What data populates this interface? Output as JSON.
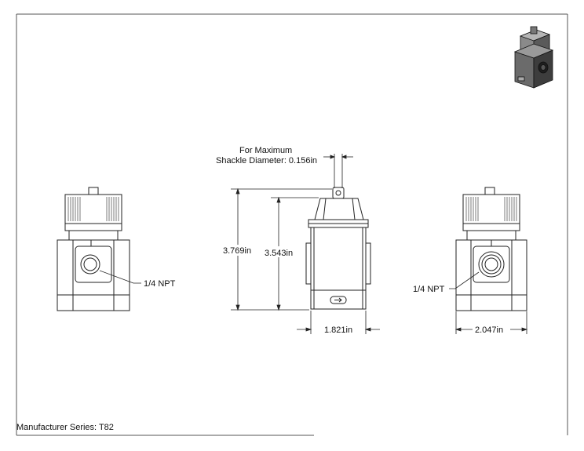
{
  "annotations": {
    "shackle_line1": "For Maximum",
    "shackle_line2": "Shackle Diameter: 0.156in",
    "height_overall": "3.769in",
    "height_body": "3.543in",
    "width_front": "1.821in",
    "width_side": "2.047in",
    "port_left": "1/4 NPT",
    "port_right": "1/4 NPT"
  },
  "footer": {
    "series": "Manufacturer Series: T82"
  },
  "colors": {
    "line": "#222222",
    "border": "#555555",
    "background": "#ffffff"
  }
}
